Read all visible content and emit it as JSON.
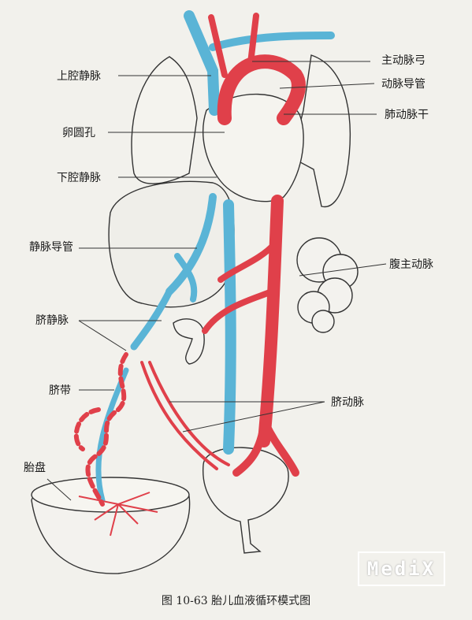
{
  "labels": {
    "svc": "上腔静脉",
    "foramen_ovale": "卵圆孔",
    "ivc": "下腔静脉",
    "ductus_venosus": "静脉导管",
    "umbilical_vein": "脐静脉",
    "umbilical_cord": "脐带",
    "placenta": "胎盘",
    "aortic_arch": "主动脉弓",
    "ductus_arteriosus": "动脉导管",
    "pulmonary_trunk": "肺动脉干",
    "abdominal_aorta": "腹主动脉",
    "umbilical_artery": "脐动脉"
  },
  "caption": "图 10-63 胎儿血液循环模式图",
  "watermark": "MediX",
  "colors": {
    "vein": "#5ab4d6",
    "artery": "#e0404a",
    "outline": "#333333",
    "background": "#f2f1ec"
  }
}
